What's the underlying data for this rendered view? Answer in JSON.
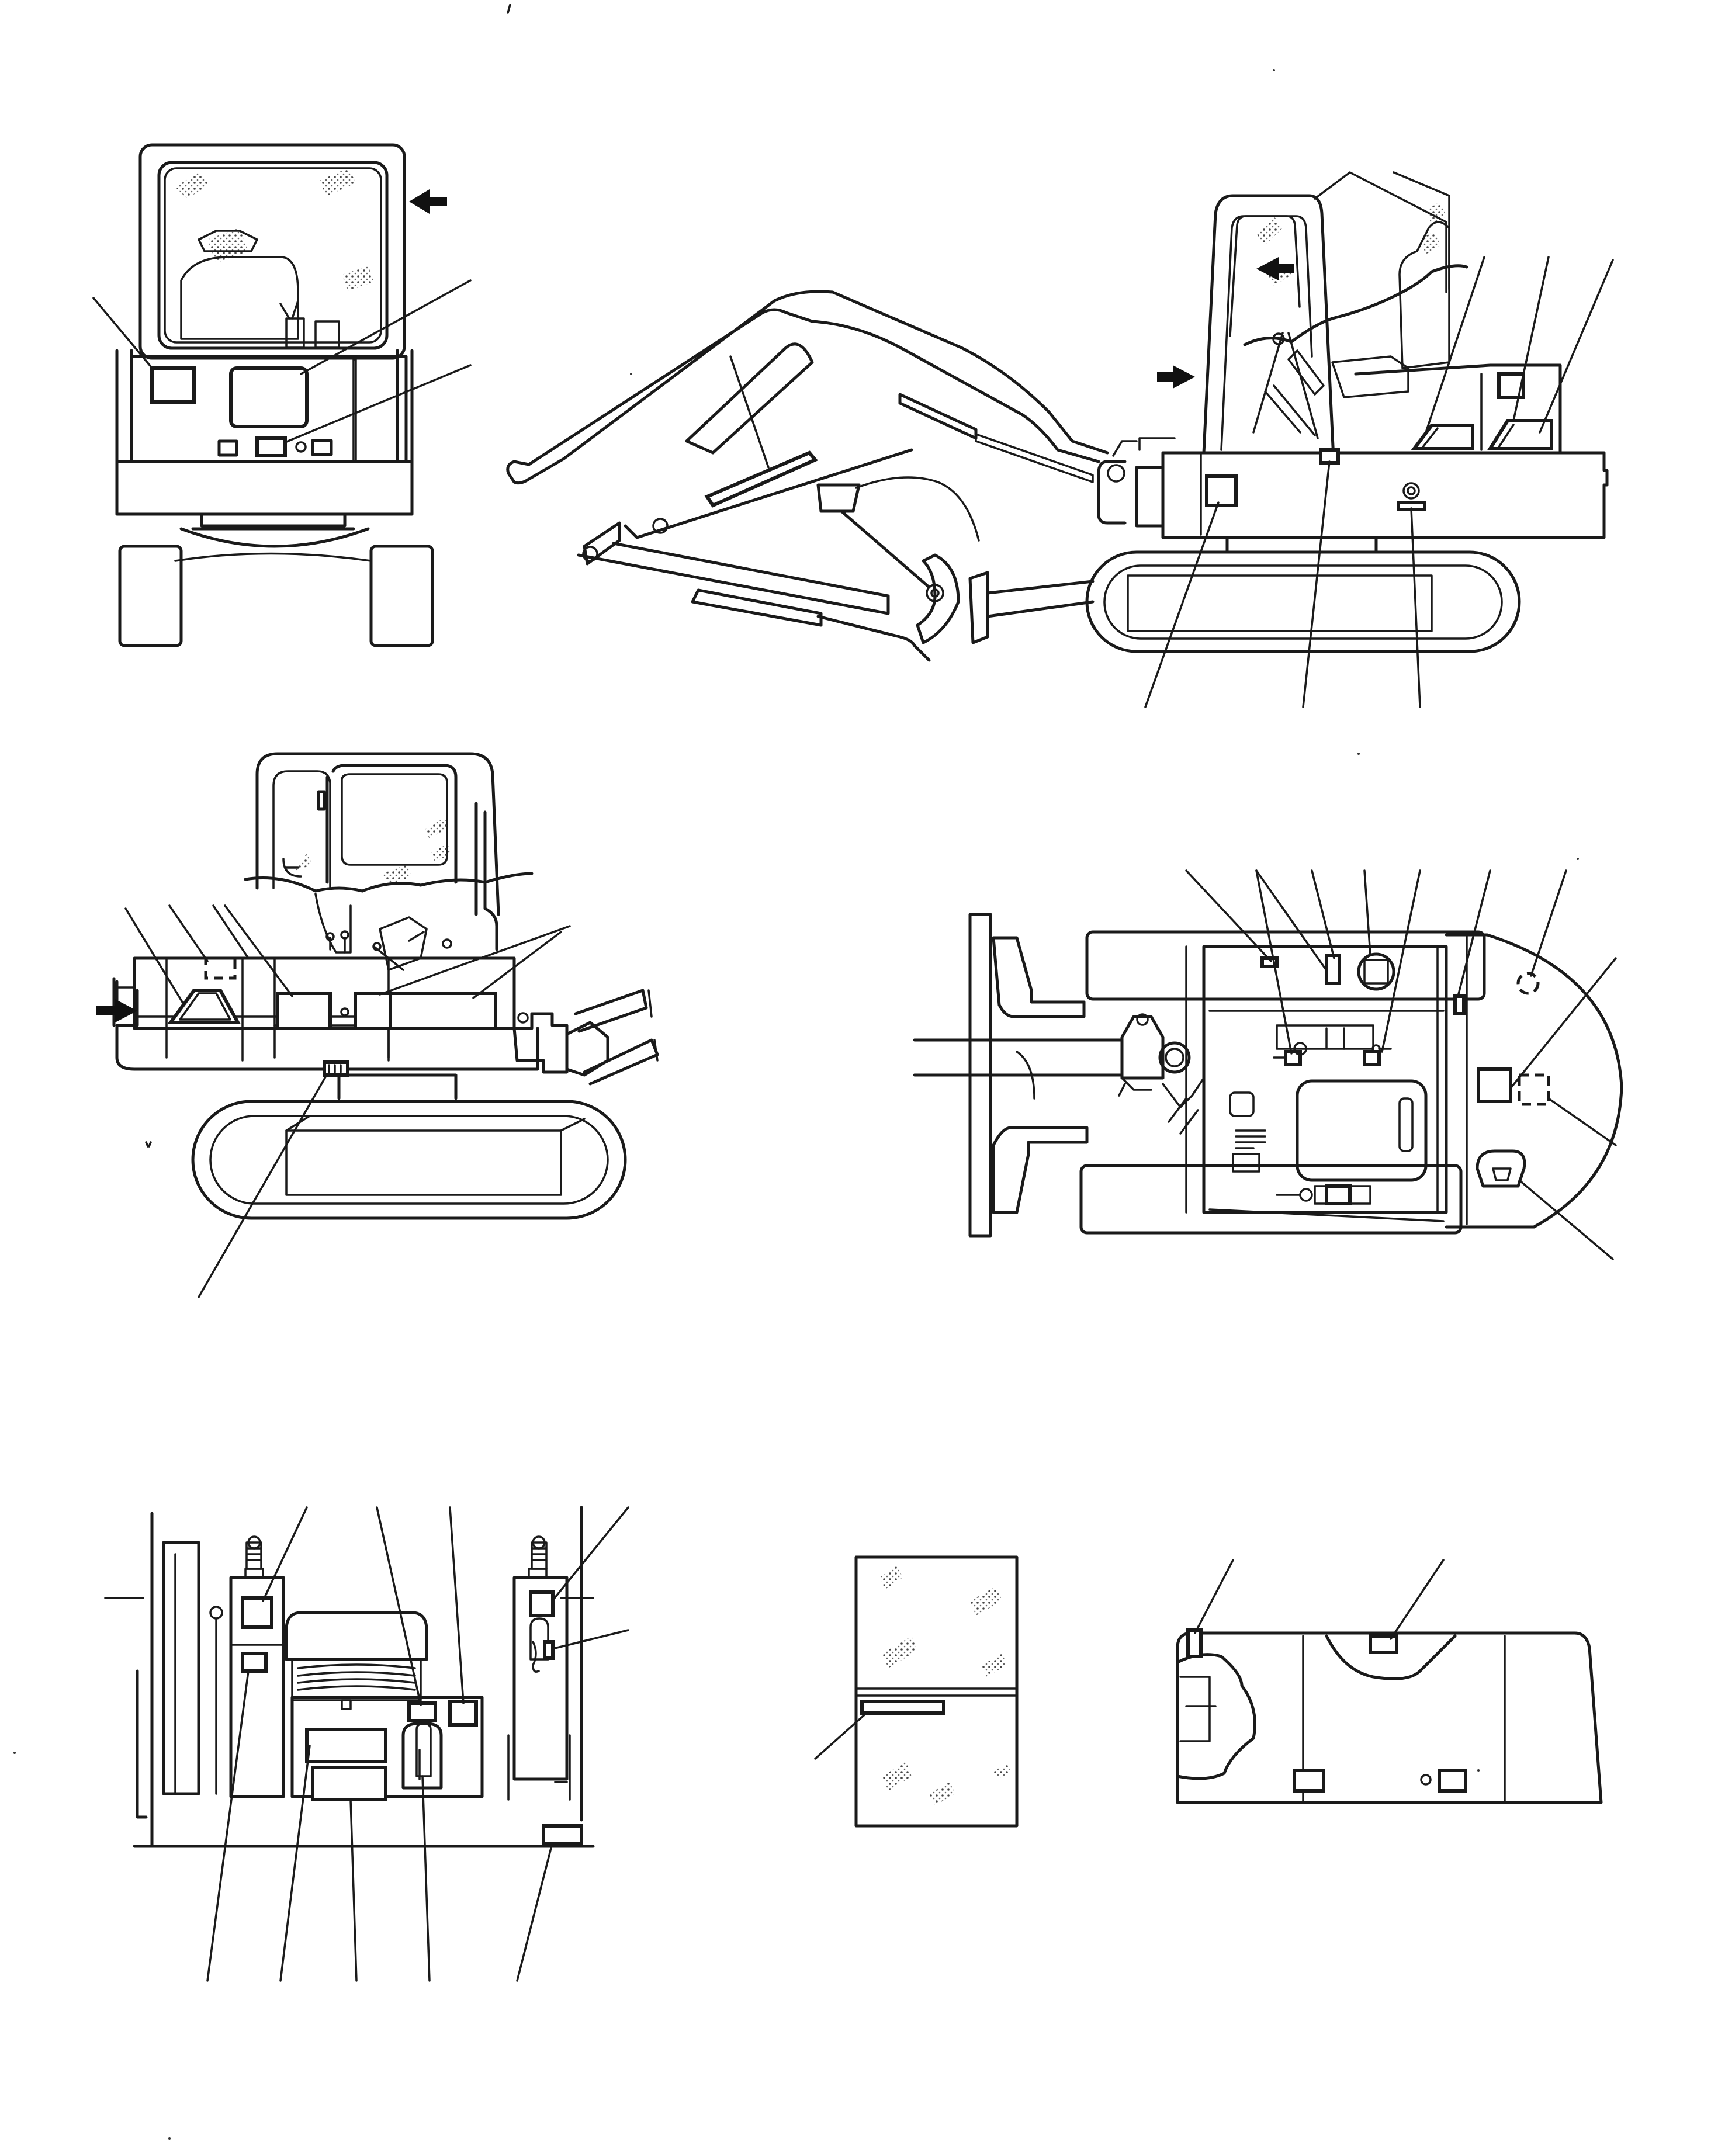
{
  "figure": {
    "views": [
      {
        "name": "rear-view",
        "arrow": true
      },
      {
        "name": "left-side-view",
        "arrow": true
      },
      {
        "name": "right-side-view",
        "arrow": true
      },
      {
        "name": "top-view"
      },
      {
        "name": "operator-cab-interior"
      },
      {
        "name": "cab-door-window"
      },
      {
        "name": "counterweight-cover"
      }
    ],
    "item_numbers_visible": false
  },
  "colors": {
    "line": "#1a1a1a",
    "background": "#ffffff",
    "arrow": "#111111"
  },
  "icons": [
    "pointer-arrow-icon",
    "tilde-mark-icon"
  ]
}
